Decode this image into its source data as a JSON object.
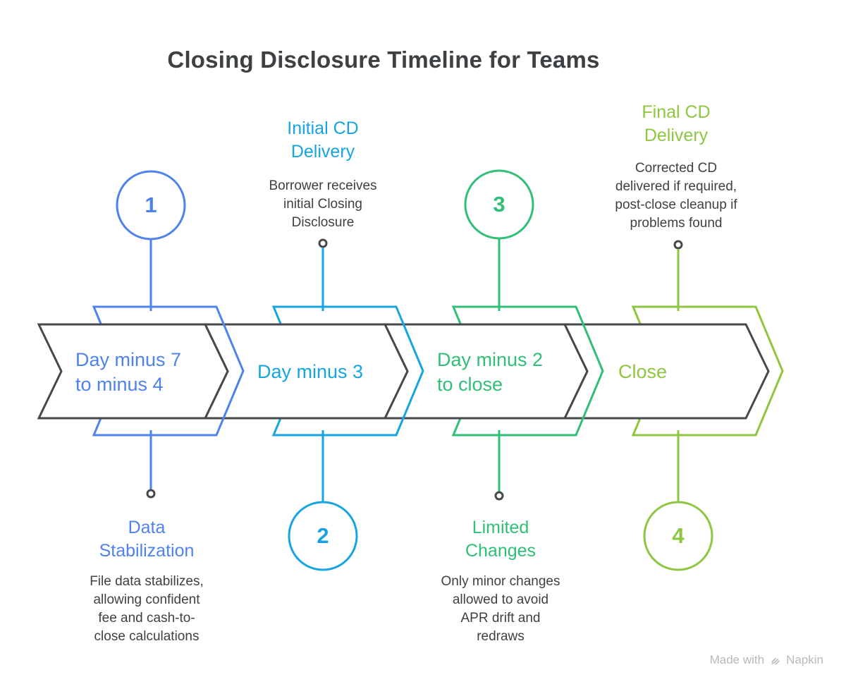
{
  "title": "Closing Disclosure Timeline for Teams",
  "colors": {
    "blue": "#4e82ec",
    "cyan": "#16a5e0",
    "green": "#2fbf77",
    "lime": "#8fc640",
    "dark": "#46494c",
    "text": "#3e4144",
    "watermark": "#b9b9b9"
  },
  "stages": [
    {
      "number": "1",
      "color": "#4e82ec",
      "label": "Day minus 7\nto minus 4",
      "callout_position": "below",
      "callout_title": "Data\nStabilization",
      "callout_body": "File data stabilizes,\nallowing confident\nfee and cash-to-\nclose calculations"
    },
    {
      "number": "2",
      "color": "#16a5e0",
      "label": "Day minus 3",
      "callout_position": "above",
      "callout_title": "Initial CD\nDelivery",
      "callout_body": "Borrower receives\ninitial Closing\nDisclosure"
    },
    {
      "number": "3",
      "color": "#2fbf77",
      "label": "Day minus 2\nto close",
      "callout_position": "below",
      "callout_title": "Limited\nChanges",
      "callout_body": "Only minor changes\nallowed to avoid\nAPR drift and\nredraws"
    },
    {
      "number": "4",
      "color": "#8fc640",
      "label": "Close",
      "callout_position": "above",
      "callout_title": "Final CD\nDelivery",
      "callout_body": "Corrected CD\ndelivered if required,\npost-close cleanup if\nproblems found"
    }
  ],
  "watermark": {
    "prefix": "Made with",
    "brand": "Napkin"
  }
}
